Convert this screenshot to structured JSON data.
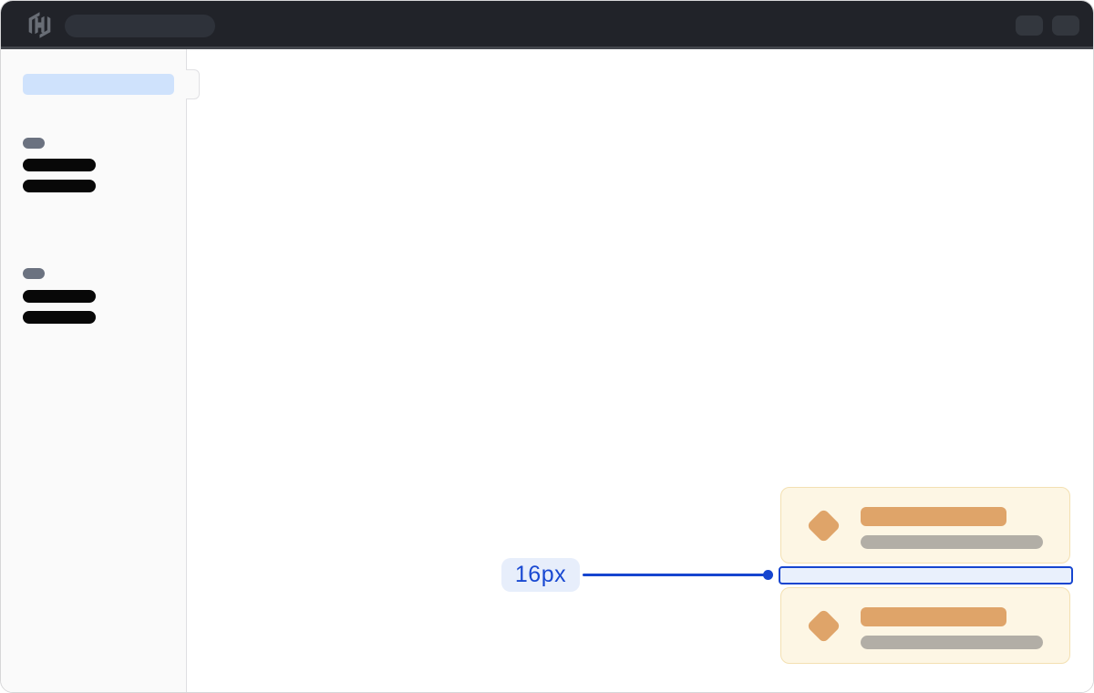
{
  "topbar": {
    "logo_icon": "hashicorp-logo-icon",
    "search_pill": {
      "type": "skeleton-search-field",
      "value": ""
    },
    "action_chips": [
      {
        "name": "help-chip-placeholder"
      },
      {
        "name": "account-chip-placeholder"
      }
    ],
    "colors": {
      "bar_bg": "#212329",
      "bottom_edge": "#43464c",
      "pill_bg": "#2e323a",
      "chip_bg": "#33373e",
      "logo": "#686d75"
    }
  },
  "sidebar": {
    "active_item_skeleton": {
      "color": "#cfe2fc"
    },
    "flyout_tab": {
      "name": "sidebar-flyout-tab"
    },
    "groups": [
      {
        "label_skeleton_color": "#6b7280",
        "item_skeletons": 2
      },
      {
        "label_skeleton_color": "#6b7280",
        "item_skeletons": 2
      }
    ],
    "colors": {
      "bg": "#fafafa",
      "border": "#dfdfe2",
      "item_bar": "#080808"
    }
  },
  "main": {
    "cards": [
      {
        "icon": "diamond-icon",
        "title_skeleton": true,
        "subtitle_skeleton": true
      },
      {
        "icon": "diamond-icon",
        "title_skeleton": true,
        "subtitle_skeleton": true
      }
    ],
    "card_colors": {
      "bg": "#fdf6e4",
      "border": "#f3e0b2",
      "accent_orange": "#dfa469",
      "muted_gray": "#b2aea6"
    }
  },
  "annotation": {
    "label": "16px",
    "colors": {
      "accent": "#1645cf",
      "label_bg": "#e7eefb",
      "label_text": "#1949d2",
      "gap_fill": "#e9f0fc"
    }
  }
}
